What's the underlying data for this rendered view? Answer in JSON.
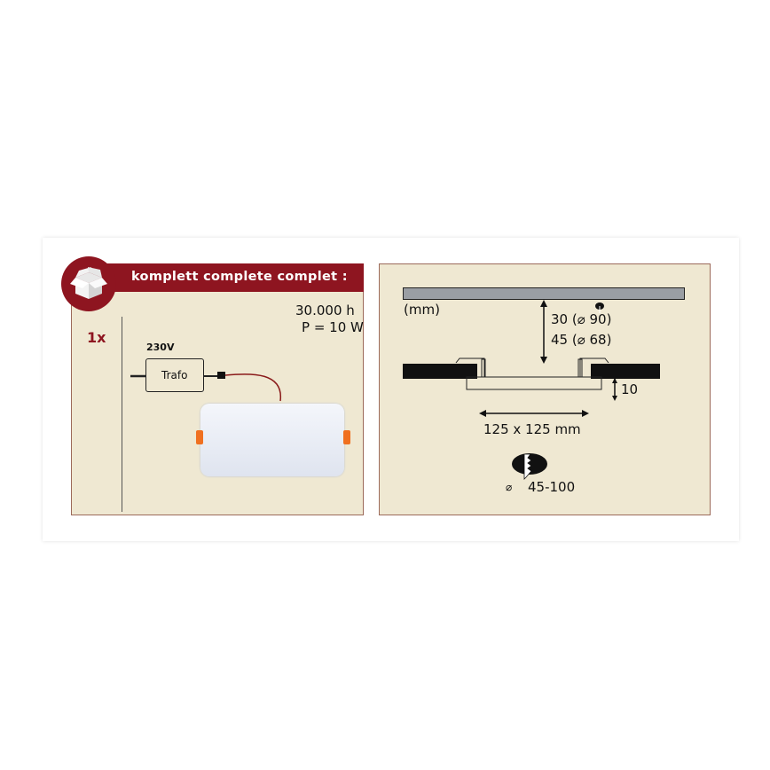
{
  "header": {
    "banner_text": "komplett complete complet :",
    "box_icon": "open-box-icon"
  },
  "left_panel": {
    "quantity": "1x",
    "lifetime": "30.000 h",
    "power": "P = 10 W",
    "voltage": "230V",
    "transformer_label": "Trafo",
    "product": "square-led-panel-image"
  },
  "right_panel": {
    "unit_label": "(mm)",
    "depth_line_1": "30  (⌀ 90)",
    "depth_line_2": "45  (⌀ 68)",
    "height_label": "10",
    "size_label": "125 x 125 mm",
    "cutout_symbol": "⌀",
    "cutout_range": "45-100",
    "icons": [
      "ceiling-bar-icon",
      "spot-marker-icon",
      "saw-cutout-icon"
    ]
  },
  "colors": {
    "brand_red": "#8e1520",
    "panel_bg": "#efe8d2",
    "panel_border": "#9c6a5a",
    "ceiling_gray": "#9a9ea4",
    "clip_orange": "#f07020"
  }
}
